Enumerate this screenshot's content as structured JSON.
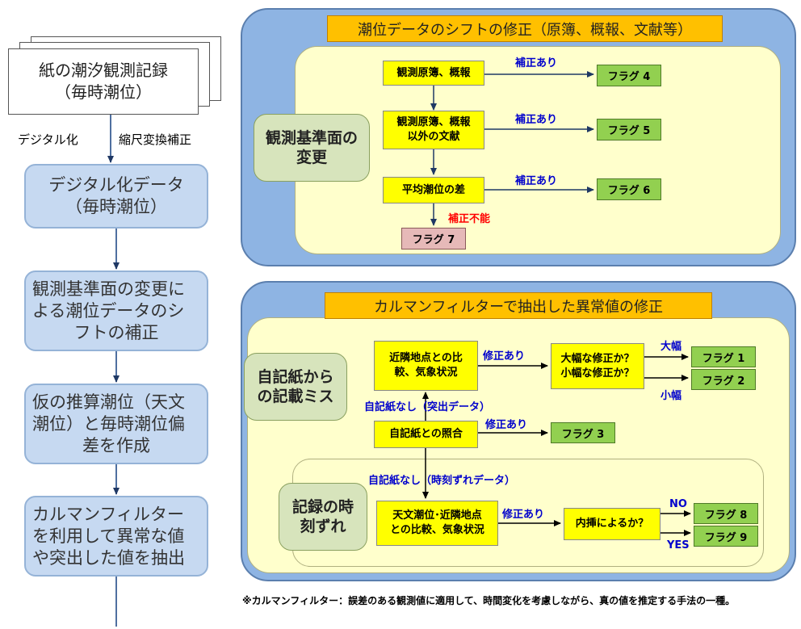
{
  "left": {
    "paper_record": [
      "紙の潮汐観測記録",
      "（毎時潮位）"
    ],
    "label_digitize": "デジタル化",
    "label_scale": "縮尺変換補正",
    "step1": [
      "デジタル化データ",
      "（毎時潮位）"
    ],
    "step2": [
      "観測基準面の変更に",
      "よる潮位データのシ",
      "フトの補正"
    ],
    "step3": [
      "仮の推算潮位（天文",
      "潮位）と毎時潮位偏",
      "差を作成"
    ],
    "step4": [
      "カルマンフィルター",
      "を利用して異常な値",
      "や突出した値を抽出"
    ]
  },
  "top": {
    "title": "潮位データのシフトの修正（原簿、概報、文献等）",
    "category": [
      "観測基準面の",
      "変更"
    ],
    "box1": "観測原簿、概報",
    "box2": [
      "観測原簿、概報",
      "以外の文献"
    ],
    "box3": "平均潮位の差",
    "label_corrected": "補正あり",
    "label_impossible": "補正不能",
    "flag4": "フラグ 4",
    "flag5": "フラグ 5",
    "flag6": "フラグ 6",
    "flag7": "フラグ 7"
  },
  "bottom": {
    "title": "カルマンフィルターで抽出した異常値の修正",
    "category1": [
      "自記紙から",
      "の記載ミス"
    ],
    "category2": [
      "記録の時",
      "刻ずれ"
    ],
    "box_neighbor": [
      "近隣地点との比",
      "較、気象状況"
    ],
    "box_size": [
      "大幅な修正か？",
      "小幅な修正か？"
    ],
    "box_check": "自記紙との照合",
    "box_astro": [
      "天文潮位･近隣地点",
      "との比較、気象状況"
    ],
    "box_interp": "内挿によるか？",
    "label_fixed": "修正あり",
    "label_large": "大幅",
    "label_small": "小幅",
    "label_no_spike": "自記紙なし（突出データ）",
    "label_no_shift": "自記紙なし（時刻ずれデータ）",
    "label_no": "NO",
    "label_yes": "YES",
    "flag1": "フラグ 1",
    "flag2": "フラグ 2",
    "flag3": "フラグ 3",
    "flag8": "フラグ 8",
    "flag9": "フラグ 9"
  },
  "footnote": "※カルマンフィルター：誤差のある観測値に適用して、時間変化を考慮しながら、真の値を推定する手法の一種。",
  "colors": {
    "flow_box": "#c6d9f1",
    "panel": "#8eb4e3",
    "inner": "#ffffcc",
    "title": "#ffc000",
    "category": "#d7e4bc",
    "step_box": "#ffff00",
    "flag": "#92d050",
    "flag_fail": "#e6b9b8",
    "label_blue": "#0000cc",
    "label_red": "#ff0000"
  }
}
